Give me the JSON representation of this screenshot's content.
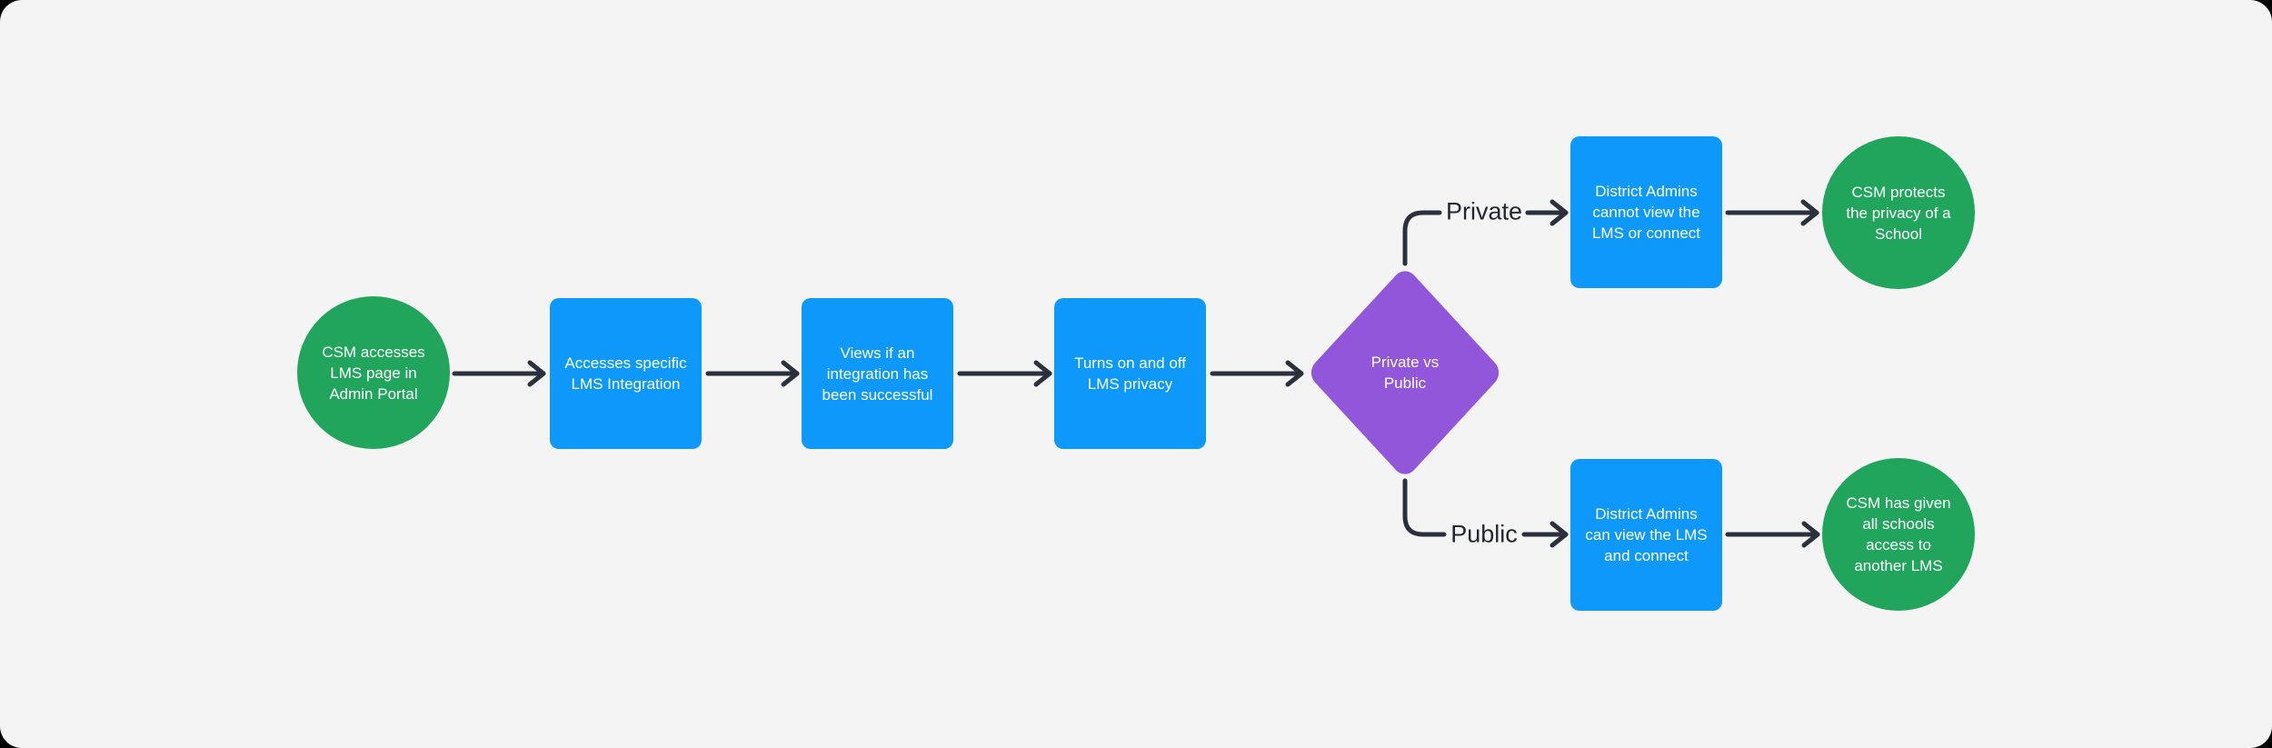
{
  "colors": {
    "page_bg": "#000000",
    "canvas_bg": "#F5F4F5",
    "blue": "#0E99FA",
    "green": "#21A45C",
    "purple": "#9156D9",
    "line": "#2B313C",
    "node_text": "#FFFFFF",
    "label_text": "#23272F"
  },
  "nodes": {
    "start_circle": {
      "label": "CSM accesses\nLMS page in\nAdmin Portal"
    },
    "step_access": {
      "label": "Accesses specific\nLMS Integration"
    },
    "step_views": {
      "label": "Views if an\nintegration has\nbeen successful"
    },
    "step_privacy": {
      "label": "Turns on and off\nLMS privacy"
    },
    "decision": {
      "label": "Private vs\nPublic"
    },
    "private_step": {
      "label": "District Admins\ncannot view the\nLMS or connect"
    },
    "private_end": {
      "label": "CSM protects\nthe privacy of a\nSchool"
    },
    "public_step": {
      "label": "District Admins\ncan view the LMS\nand connect"
    },
    "public_end": {
      "label": "CSM has given\nall schools\naccess to\nanother LMS"
    }
  },
  "edge_labels": {
    "private": "Private",
    "public": "Public"
  }
}
